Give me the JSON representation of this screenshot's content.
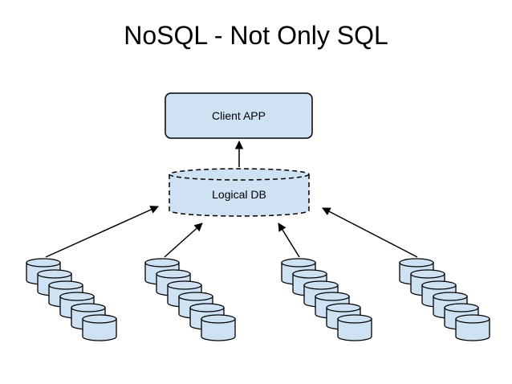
{
  "title": "NoSQL - Not Only SQL",
  "client_app": {
    "label": "Client APP"
  },
  "logical_db": {
    "label": "Logical DB"
  },
  "database_clusters": [
    {
      "database_count": 6
    },
    {
      "database_count": 6
    },
    {
      "database_count": 6
    },
    {
      "database_count": 6
    }
  ],
  "colors": {
    "node_fill": "#cfe2f3",
    "outline": "#000000",
    "background": "#ffffff"
  },
  "icons": {
    "database": "cylinder-database-icon",
    "arrow": "arrowhead"
  }
}
